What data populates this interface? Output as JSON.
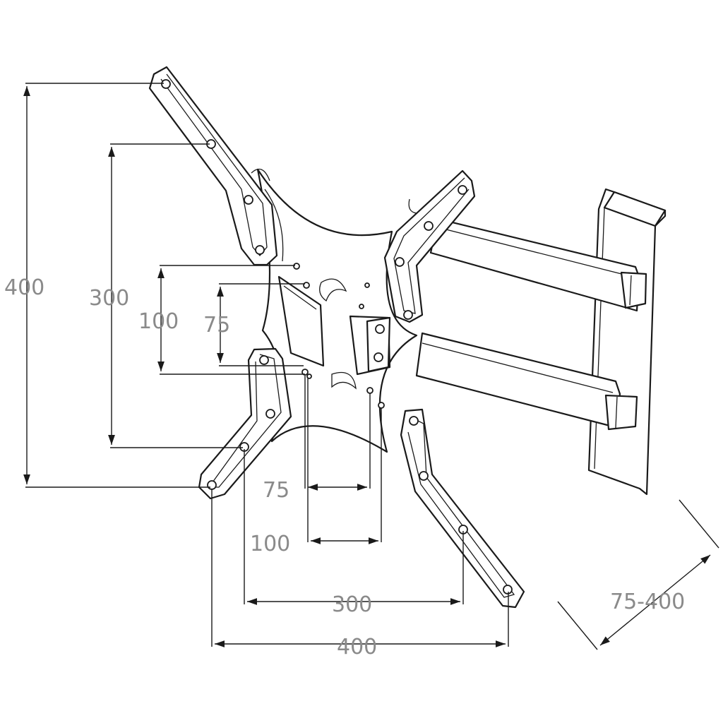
{
  "dimensions": {
    "vertical_outer": "400",
    "vertical_mid": "300",
    "vertical_inner": "100",
    "vertical_small": "75",
    "horizontal_small": "75",
    "horizontal_inner": "100",
    "horizontal_mid": "300",
    "horizontal_outer": "400",
    "extension_range": "75-400"
  },
  "colors": {
    "line": "#1a1a1a",
    "label": "#8a8a8a",
    "background": "#ffffff"
  }
}
